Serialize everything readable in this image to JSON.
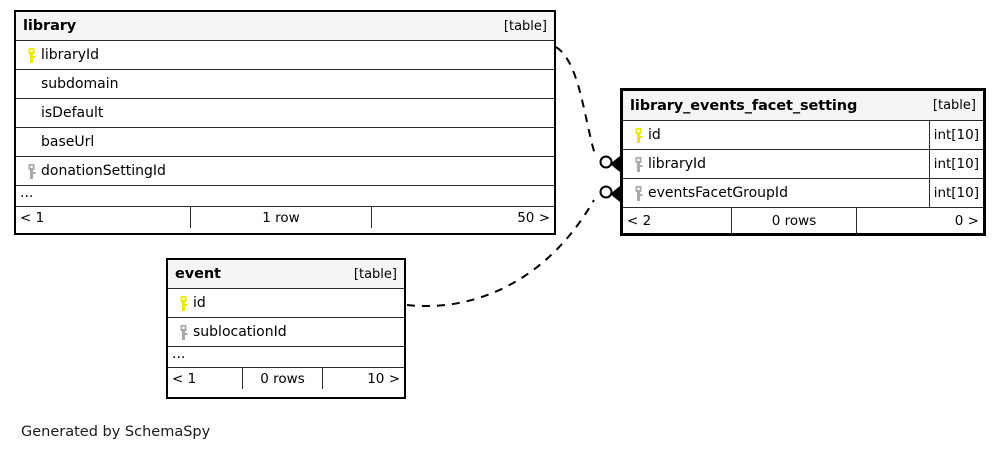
{
  "diagram": {
    "type": "entity-relationship-diagram",
    "generator_caption": "Generated by SchemaSpy",
    "background": "#ffffff",
    "pk_key_color": "#e8e800",
    "fk_key_color": "#a9a9a9",
    "header_fill": "#f5f5f5",
    "border_color": "#000000"
  },
  "tables": [
    {
      "id": "library",
      "name": "library",
      "tag": "[table]",
      "focal": false,
      "columns": [
        {
          "name": "libraryId",
          "key": "primary",
          "type": ""
        },
        {
          "name": "subdomain",
          "key": "none",
          "type": ""
        },
        {
          "name": "isDefault",
          "key": "none",
          "type": ""
        },
        {
          "name": "baseUrl",
          "key": "none",
          "type": ""
        },
        {
          "name": "donationSettingId",
          "key": "foreign",
          "type": ""
        }
      ],
      "more_indicator": "...",
      "footer": {
        "left": "< 1",
        "center": "1 row",
        "right": "50 >"
      }
    },
    {
      "id": "library_events_facet_setting",
      "name": "library_events_facet_setting",
      "tag": "[table]",
      "focal": true,
      "columns": [
        {
          "name": "id",
          "key": "primary",
          "type": "int[10]"
        },
        {
          "name": "libraryId",
          "key": "foreign",
          "type": "int[10]"
        },
        {
          "name": "eventsFacetGroupId",
          "key": "foreign",
          "type": "int[10]"
        }
      ],
      "more_indicator": "",
      "footer": {
        "left": "< 2",
        "center": "0 rows",
        "right": "0 >"
      }
    },
    {
      "id": "event",
      "name": "event",
      "tag": "[table]",
      "focal": false,
      "columns": [
        {
          "name": "id",
          "key": "primary",
          "type": ""
        },
        {
          "name": "sublocationId",
          "key": "foreign",
          "type": ""
        }
      ],
      "more_indicator": "...",
      "footer": {
        "left": "< 1",
        "center": "0 rows",
        "right": "10 >"
      }
    }
  ],
  "relationships": [
    {
      "id": "library-to-lefs-libraryId",
      "from_table": "library",
      "from_column": "libraryId",
      "to_table": "library_events_facet_setting",
      "to_column": "libraryId",
      "style": "dashed",
      "source_cardinality": "one",
      "target_cardinality": "zero-or-many"
    },
    {
      "id": "event-to-lefs-eventsFacetGroupId",
      "from_table": "event",
      "from_column": "id",
      "to_table": "library_events_facet_setting",
      "to_column": "eventsFacetGroupId",
      "style": "dashed",
      "source_cardinality": "one",
      "target_cardinality": "zero-or-many"
    }
  ]
}
